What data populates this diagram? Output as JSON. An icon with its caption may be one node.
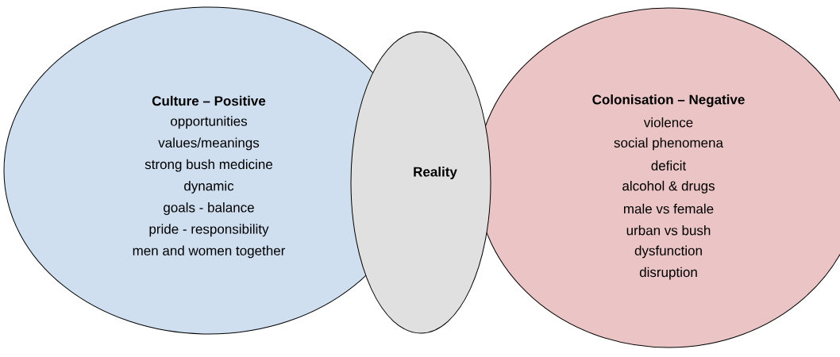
{
  "diagram": {
    "nodes": [
      {
        "text": [
          "Culture – Positive",
          "opportunities",
          "values/meanings",
          "strong bush medicine",
          "dynamic",
          "goals - balance",
          "pride - responsibility",
          "men and women together"
        ]
      },
      {
        "text": [
          "Reality"
        ]
      },
      {
        "text": [
          "Colonisation – Negative",
          "violence",
          "social phenomena",
          "deficit",
          "alcohol & drugs",
          "male vs female",
          "urban vs bush",
          "dysfunction",
          "disruption"
        ]
      }
    ]
  }
}
